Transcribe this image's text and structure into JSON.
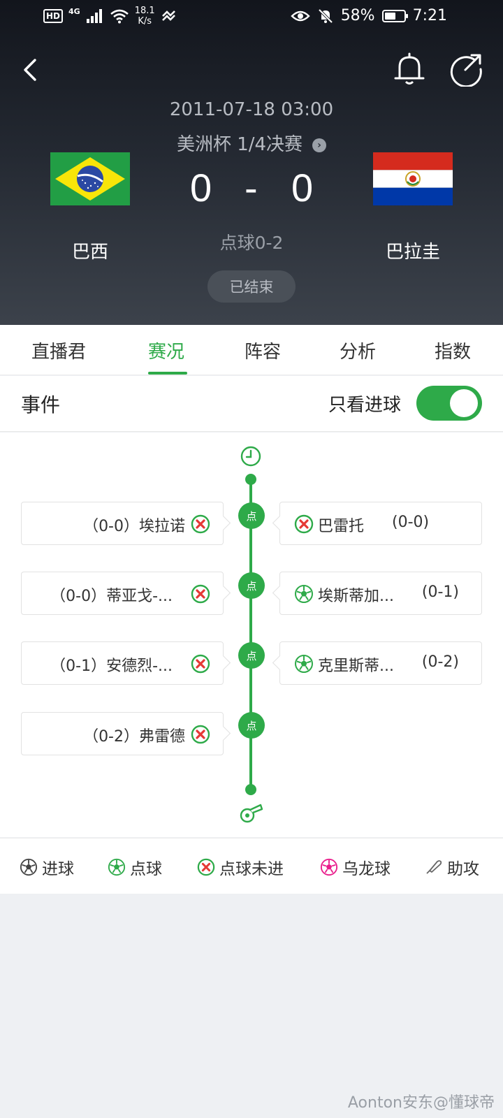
{
  "status_bar": {
    "hd": "HD",
    "network": "4G",
    "speed_value": "18.1",
    "speed_unit": "K/s",
    "battery": "58%",
    "battery_level": 0.58,
    "time": "7:21"
  },
  "match": {
    "datetime": "2011-07-18 03:00",
    "competition": "美洲杯 1/4决赛",
    "home_team": "巴西",
    "away_team": "巴拉圭",
    "home_score": "0",
    "separator": "-",
    "away_score": "0",
    "penalty": "点球0-2",
    "status": "已结束"
  },
  "tabs": [
    {
      "label": "直播君"
    },
    {
      "label": "赛况",
      "active": true
    },
    {
      "label": "阵容"
    },
    {
      "label": "分析"
    },
    {
      "label": "指数"
    }
  ],
  "events_section": {
    "title": "事件",
    "goals_only_label": "只看进球",
    "goals_only_on": true
  },
  "timeline": {
    "node_label": "点",
    "rows": [
      {
        "left": {
          "text": "（0-0）埃拉诺",
          "icon": "penalty-missed-icon"
        },
        "right": {
          "name": "巴雷托",
          "score": "(0-0)",
          "icon": "penalty-missed-icon"
        }
      },
      {
        "left": {
          "text": "（0-0）蒂亚戈-...",
          "icon": "penalty-missed-icon"
        },
        "right": {
          "name": "埃斯蒂加...",
          "score": "(0-1)",
          "icon": "penalty-goal-icon"
        }
      },
      {
        "left": {
          "text": "（0-1）安德烈-...",
          "icon": "penalty-missed-icon"
        },
        "right": {
          "name": "克里斯蒂...",
          "score": "(0-2)",
          "icon": "penalty-goal-icon"
        }
      },
      {
        "left": {
          "text": "（0-2）弗雷德",
          "icon": "penalty-missed-icon"
        }
      }
    ]
  },
  "legend": [
    {
      "label": "进球",
      "icon": "goal-icon"
    },
    {
      "label": "点球",
      "icon": "penalty-goal-icon"
    },
    {
      "label": "点球未进",
      "icon": "penalty-missed-icon"
    },
    {
      "label": "乌龙球",
      "icon": "own-goal-icon"
    },
    {
      "label": "助攻",
      "icon": "assist-icon"
    }
  ],
  "watermark": "Aonton安东@懂球帝",
  "colors": {
    "accent": "#2eaa49",
    "header_dark": "#12151c",
    "missed": "#e53935",
    "own_goal": "#e91e8c"
  }
}
